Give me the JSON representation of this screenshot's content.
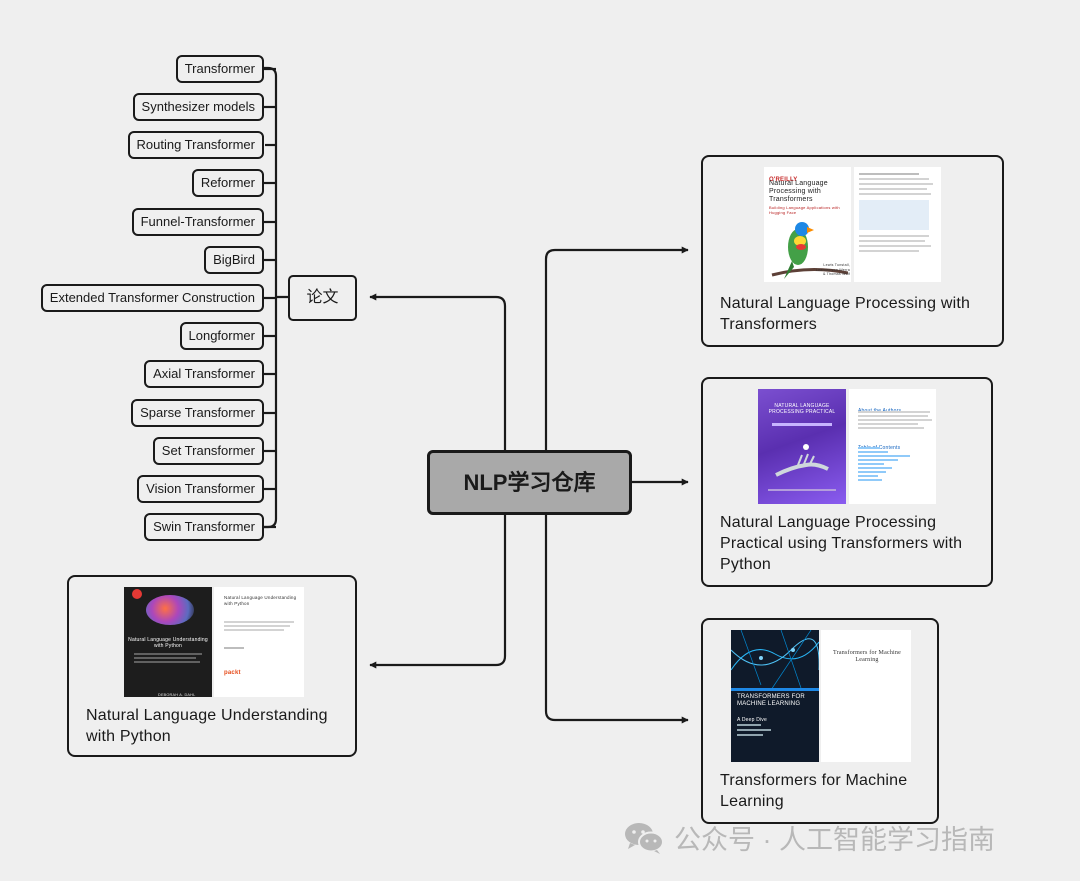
{
  "central": {
    "label": "NLP学习仓库"
  },
  "papers_node": {
    "label": "论文"
  },
  "papers": [
    "Transformer",
    "Synthesizer models",
    "Routing Transformer",
    "Reformer",
    "Funnel-Transformer",
    "BigBird",
    "Extended Transformer Construction",
    "Longformer",
    "Axial Transformer",
    "Sparse Transformer",
    "Set Transformer",
    "Vision Transformer",
    "Swin Transformer"
  ],
  "books": [
    {
      "title": "Natural Language Processing with Transformers",
      "cover_text": [
        "O'REILLY",
        "Natural Language Processing with Transformers",
        "Building Language Applications with Hugging Face",
        "Lewis Tunstall, Leandro von Werra & Thomas Wolf"
      ]
    },
    {
      "title": "Natural Language Processing Practical using Transformers with Python",
      "cover_text": [
        "NATURAL LANGUAGE PROCESSING PRACTICAL",
        "About the Authors",
        "Table of Contents"
      ]
    },
    {
      "title": "Transformers for Machine Learning",
      "cover_text": [
        "TRANSFORMERS FOR MACHINE LEARNING",
        "A Deep Dive",
        "Transformers for Machine Learning"
      ]
    },
    {
      "title": "Natural Language Understanding with Python",
      "cover_text": [
        "Natural Language Understanding with Python",
        "packt",
        "DEBORAH A. DAHL"
      ]
    }
  ],
  "watermark": {
    "text": "公众号 · 人工智能学习指南"
  },
  "colors": {
    "background": "#efefef",
    "central_fill": "#a9a9a9",
    "stroke": "#1a1a1a",
    "watermark": "#b8b8b8"
  }
}
